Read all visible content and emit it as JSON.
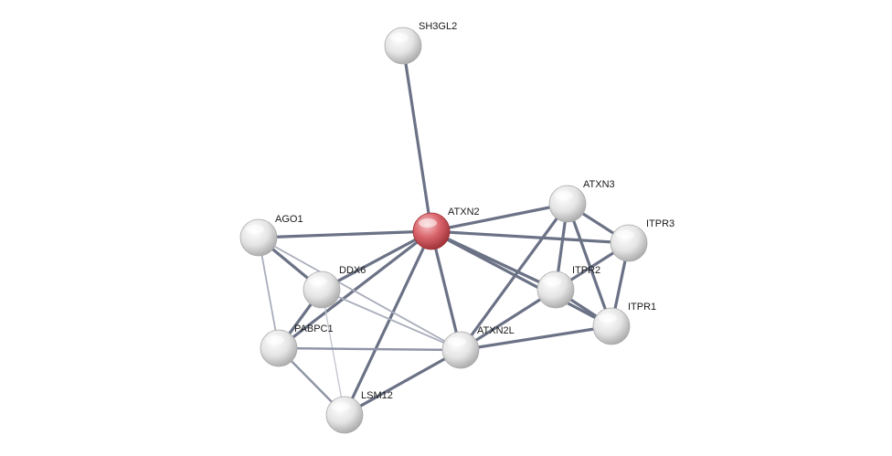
{
  "network": {
    "nodes": [
      {
        "id": "SH3GL2",
        "label": "SH3GL2",
        "query": false
      },
      {
        "id": "ATXN2",
        "label": "ATXN2",
        "query": true
      },
      {
        "id": "ATXN3",
        "label": "ATXN3",
        "query": false
      },
      {
        "id": "ITPR3",
        "label": "ITPR3",
        "query": false
      },
      {
        "id": "AGO1",
        "label": "AGO1",
        "query": false
      },
      {
        "id": "DDX6",
        "label": "DDX6",
        "query": false
      },
      {
        "id": "ITPR2",
        "label": "ITPR2",
        "query": false
      },
      {
        "id": "ITPR1",
        "label": "ITPR1",
        "query": false
      },
      {
        "id": "PABPC1",
        "label": "PABPC1",
        "query": false
      },
      {
        "id": "ATXN2L",
        "label": "ATXN2L",
        "query": false
      },
      {
        "id": "LSM12",
        "label": "LSM12",
        "query": false
      }
    ],
    "edges": [
      {
        "source": "ATXN2",
        "target": "SH3GL2",
        "confidence": "high"
      },
      {
        "source": "ATXN2",
        "target": "ATXN3",
        "confidence": "high"
      },
      {
        "source": "ATXN2",
        "target": "ITPR3",
        "confidence": "high"
      },
      {
        "source": "ATXN2",
        "target": "ITPR2",
        "confidence": "high"
      },
      {
        "source": "ATXN2",
        "target": "ITPR1",
        "confidence": "high"
      },
      {
        "source": "ATXN2",
        "target": "AGO1",
        "confidence": "high"
      },
      {
        "source": "ATXN2",
        "target": "DDX6",
        "confidence": "high"
      },
      {
        "source": "ATXN2",
        "target": "PABPC1",
        "confidence": "high"
      },
      {
        "source": "ATXN2",
        "target": "ATXN2L",
        "confidence": "high"
      },
      {
        "source": "ATXN2",
        "target": "LSM12",
        "confidence": "high"
      },
      {
        "source": "ATXN3",
        "target": "ITPR3",
        "confidence": "high"
      },
      {
        "source": "ATXN3",
        "target": "ITPR2",
        "confidence": "high"
      },
      {
        "source": "ATXN3",
        "target": "ITPR1",
        "confidence": "high"
      },
      {
        "source": "ATXN3",
        "target": "ATXN2L",
        "confidence": "high"
      },
      {
        "source": "ITPR3",
        "target": "ITPR2",
        "confidence": "high"
      },
      {
        "source": "ITPR3",
        "target": "ITPR1",
        "confidence": "high"
      },
      {
        "source": "ITPR2",
        "target": "ITPR1",
        "confidence": "high"
      },
      {
        "source": "ITPR2",
        "target": "ATXN2L",
        "confidence": "high"
      },
      {
        "source": "ITPR1",
        "target": "ATXN2L",
        "confidence": "high"
      },
      {
        "source": "AGO1",
        "target": "DDX6",
        "confidence": "high"
      },
      {
        "source": "AGO1",
        "target": "PABPC1",
        "confidence": "low"
      },
      {
        "source": "AGO1",
        "target": "ATXN2L",
        "confidence": "low"
      },
      {
        "source": "DDX6",
        "target": "PABPC1",
        "confidence": "high"
      },
      {
        "source": "DDX6",
        "target": "ATXN2L",
        "confidence": "low"
      },
      {
        "source": "DDX6",
        "target": "LSM12",
        "confidence": "faint"
      },
      {
        "source": "PABPC1",
        "target": "ATXN2L",
        "confidence": "medium"
      },
      {
        "source": "PABPC1",
        "target": "LSM12",
        "confidence": "medium"
      },
      {
        "source": "ATXN2L",
        "target": "LSM12",
        "confidence": "high"
      }
    ]
  },
  "colors": {
    "query_node": "#d9646b",
    "query_node_dark": "#9c2f35",
    "node": "#e0e0e0",
    "node_dark": "#a8a8a8",
    "edge_high": "#6b7286",
    "edge_medium": "#8e94a6",
    "edge_low": "#a9adbb",
    "edge_faint": "#c2c4ce",
    "label": "#1a1a1a"
  }
}
